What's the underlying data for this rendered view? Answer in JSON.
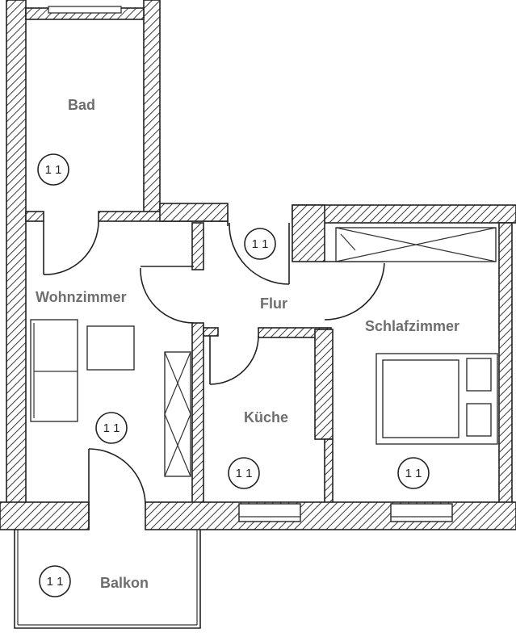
{
  "rooms": {
    "bad": "Bad",
    "wohnzimmer": "Wohnzimmer",
    "flur": "Flur",
    "schlafzimmer": "Schlafzimmer",
    "kueche": "Küche",
    "balkon": "Balkon"
  },
  "badges": {
    "bad": "1 1",
    "flur": "1 1",
    "wohnzimmer": "1 1",
    "kueche": "1 1",
    "schlafzimmer": "1 1",
    "balkon": "1 1"
  },
  "colors": {
    "wall_line": "#222222",
    "label": "#6e6e6e"
  }
}
